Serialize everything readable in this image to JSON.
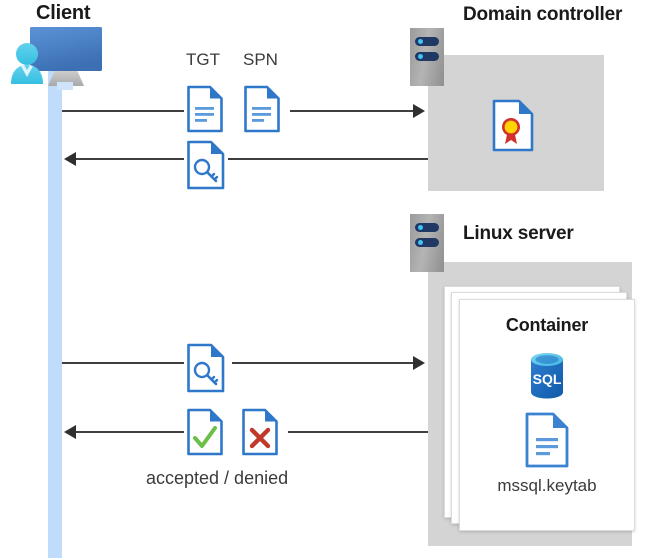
{
  "diagram": {
    "title_client": "Client",
    "nodes": {
      "client": {
        "label": "Client",
        "icon": "client-monitor-user-icon"
      },
      "domain_controller": {
        "label": "Domain controller",
        "rack_icon": "server-rack-icon",
        "contents": [
          {
            "icon": "certificate-document-icon",
            "label": ""
          }
        ]
      },
      "linux_server": {
        "label": "Linux server",
        "rack_icon": "server-rack-icon",
        "container": {
          "label": "Container",
          "stack_count": 3,
          "contents": [
            {
              "icon": "sql-database-icon",
              "label": "SQL"
            },
            {
              "icon": "keytab-document-icon",
              "label": "mssql.keytab"
            }
          ]
        }
      }
    },
    "flows": [
      {
        "id": "flow-1",
        "direction": "right",
        "from": "client",
        "to": "domain_controller",
        "icons": [
          {
            "icon": "text-document-icon",
            "label": "TGT"
          },
          {
            "icon": "text-document-icon",
            "label": "SPN"
          }
        ]
      },
      {
        "id": "flow-2",
        "direction": "left",
        "from": "domain_controller",
        "to": "client",
        "icons": [
          {
            "icon": "key-document-icon",
            "label": ""
          }
        ]
      },
      {
        "id": "flow-3",
        "direction": "right",
        "from": "client",
        "to": "linux_server",
        "icons": [
          {
            "icon": "key-document-icon",
            "label": ""
          }
        ]
      },
      {
        "id": "flow-4",
        "direction": "left",
        "from": "linux_server",
        "to": "client",
        "caption": "accepted / denied",
        "icons": [
          {
            "icon": "accepted-document-icon",
            "label": ""
          },
          {
            "icon": "denied-document-icon",
            "label": ""
          }
        ]
      }
    ],
    "labels": {
      "tgt": "TGT",
      "spn": "SPN",
      "accepted_denied": "accepted / denied",
      "container": "Container",
      "keytab_file": "mssql.keytab",
      "domain_controller": "Domain controller",
      "linux_server": "Linux server"
    },
    "colors": {
      "accent_blue": "#2f77c9",
      "lifeline_blue": "#bfdcfa",
      "panel_gray": "#d4d4d4",
      "rack_gray": "#9b9b9b",
      "rack_navy": "#1f3864",
      "led_cyan": "#40c4f5",
      "arrow_dark": "#3f3f3f",
      "check_green": "#6cc04a",
      "cross_red": "#c0392b",
      "sql_blue": "#1b6ec2",
      "cert_yellow": "#ffd400",
      "cert_red": "#d32f2f",
      "text_dark": "#1a1a1a"
    }
  }
}
